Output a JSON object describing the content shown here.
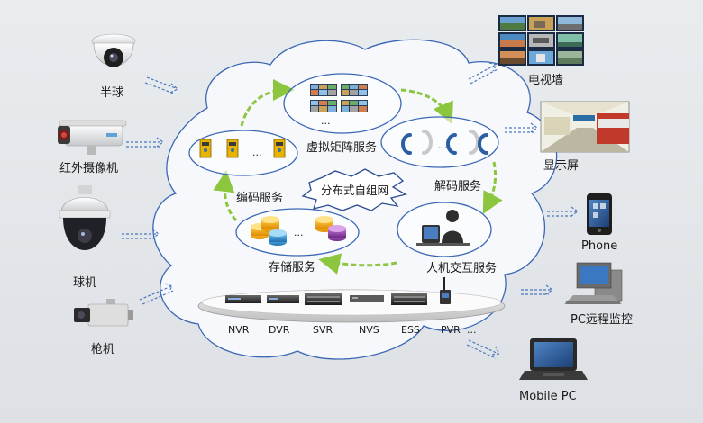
{
  "left_devices": {
    "dome": "半球",
    "infrared": "红外摄像机",
    "ptz": "球机",
    "box": "枪机"
  },
  "right_outputs": {
    "tv_wall": "电视墙",
    "display": "显示屏",
    "phone": "Phone",
    "pc_remote": "PC远程监控",
    "mobile_pc": "Mobile  PC"
  },
  "services": {
    "virtual_matrix": "虚拟矩阵服务",
    "encoding": "编码服务",
    "decoding": "解码服务",
    "storage": "存储服务",
    "hmi": "人机交互服务",
    "center": "分布式自组网",
    "ellipsis": "..."
  },
  "devices": [
    "NVR",
    "DVR",
    "SVR",
    "NVS",
    "ESS",
    "PVR",
    "..."
  ],
  "colors": {
    "background": "#e4e7ea",
    "cloud_stroke": "#3b67b4",
    "dash_arrow": "#4a78c0",
    "green_arrow": "#8cc63f"
  }
}
